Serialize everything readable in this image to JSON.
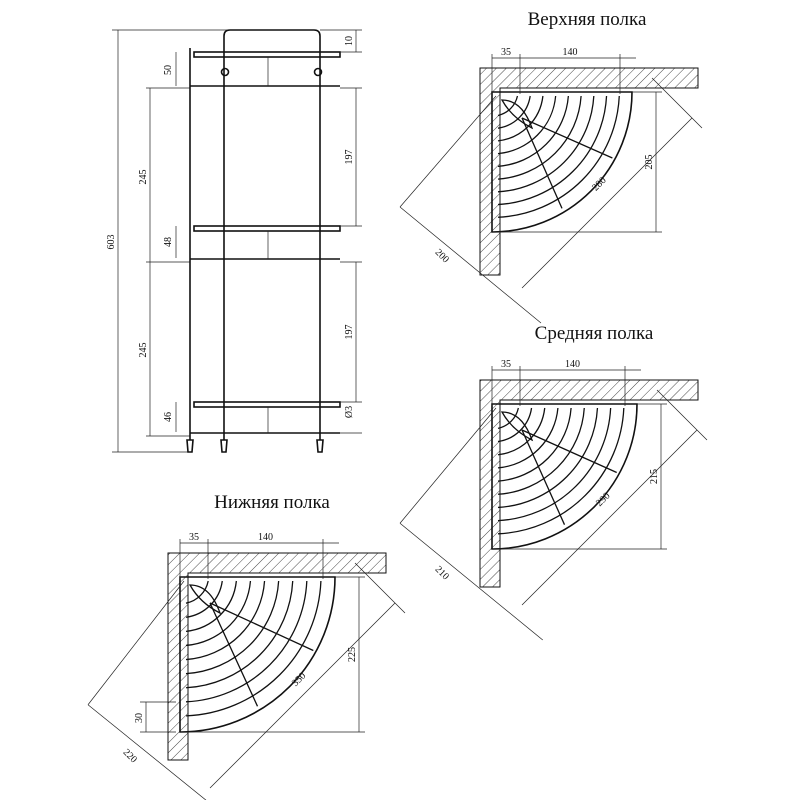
{
  "titles": {
    "top": "Верхняя полка",
    "middle": "Средняя полка",
    "bottom": "Нижняя полка"
  },
  "side_view": {
    "total_height": "603",
    "top_gap": "10",
    "top_rail": "50",
    "upper_span": "197",
    "upper_tier": "245",
    "mid_rail": "48",
    "lower_span": "197",
    "lower_tier": "245",
    "bottom_rail": "46",
    "wire_dia": "Ø3"
  },
  "top_shelf": {
    "offset": "35",
    "width": "140",
    "depth": "205",
    "diagonal": "280",
    "wall_dist": "200"
  },
  "middle_shelf": {
    "offset": "35",
    "width": "140",
    "depth": "215",
    "diagonal": "290",
    "wall_dist": "210"
  },
  "bottom_shelf": {
    "offset": "35",
    "width": "140",
    "depth": "225",
    "diagonal": "350",
    "wall_dist": "220",
    "bracket": "30"
  }
}
